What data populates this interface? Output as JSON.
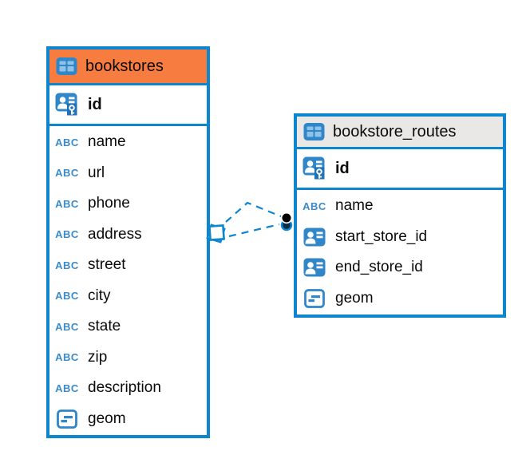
{
  "diagram": {
    "text_type_label": "ABC",
    "colors": {
      "accent_blue": "#0E86CE",
      "icon_blue": "#2F86C9",
      "icon_blue_dark": "#1E72B8",
      "icon_cell_light": "#8FC2E6",
      "header_orange": "#F77C40",
      "header_gray": "#E9E8E7",
      "text": "#0b0b0b"
    },
    "tables": [
      {
        "name": "bookstores",
        "header_style": "orange",
        "icon": "table-icon",
        "key_column": {
          "name": "id",
          "icon": "primary-key-icon"
        },
        "columns": [
          {
            "name": "name",
            "icon": "text-type-icon"
          },
          {
            "name": "url",
            "icon": "text-type-icon"
          },
          {
            "name": "phone",
            "icon": "text-type-icon"
          },
          {
            "name": "address",
            "icon": "text-type-icon"
          },
          {
            "name": "street",
            "icon": "text-type-icon"
          },
          {
            "name": "city",
            "icon": "text-type-icon"
          },
          {
            "name": "state",
            "icon": "text-type-icon"
          },
          {
            "name": "zip",
            "icon": "text-type-icon"
          },
          {
            "name": "description",
            "icon": "text-type-icon"
          },
          {
            "name": "geom",
            "icon": "geometry-type-icon"
          }
        ]
      },
      {
        "name": "bookstore_routes",
        "header_style": "gray",
        "icon": "table-icon",
        "key_column": {
          "name": "id",
          "icon": "primary-key-icon"
        },
        "columns": [
          {
            "name": "name",
            "icon": "text-type-icon"
          },
          {
            "name": "start_store_id",
            "icon": "reference-type-icon"
          },
          {
            "name": "end_store_id",
            "icon": "reference-type-icon"
          },
          {
            "name": "geom",
            "icon": "geometry-type-icon"
          }
        ]
      }
    ],
    "relationship": {
      "from_table": "bookstores",
      "to_table": "bookstore_routes",
      "line_style": "dashed"
    }
  }
}
